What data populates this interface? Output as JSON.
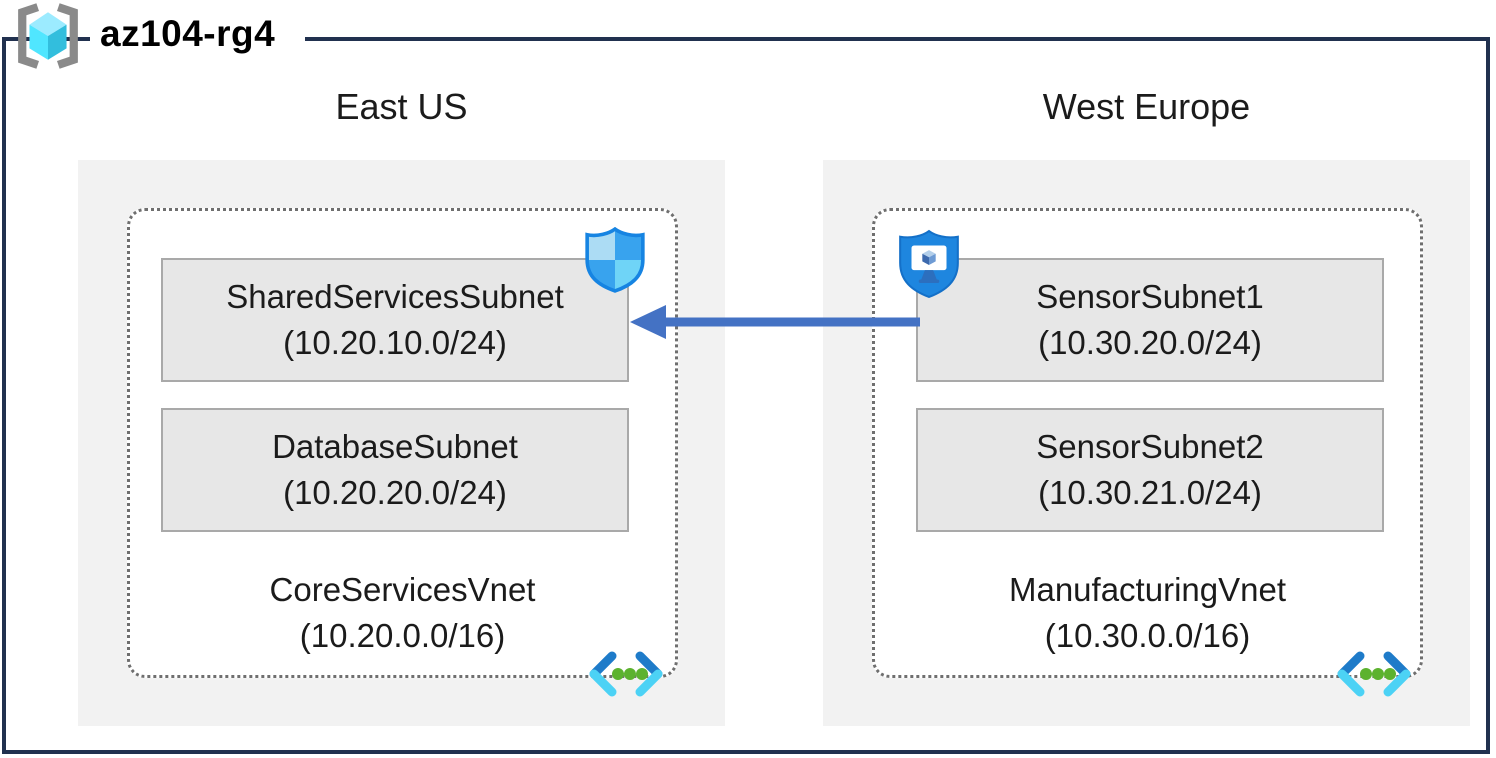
{
  "title": "az104-rg4",
  "colors": {
    "outer_border": "#21314F",
    "region_panel": "#F2F2F2",
    "subnet_fill": "#E7E7E7",
    "subnet_border": "#A9A9A9",
    "dotted_border": "#6F6F6F",
    "arrow_blue": "#4472C4",
    "shield_blue": "#1E86DF",
    "cube_cyan": "#50E6FF",
    "vnet_dot_green": "#5CB22E"
  },
  "icons": {
    "resource_group": "resource-group-icon",
    "nsg_shield": "network-security-group-shield-icon",
    "bastion_shield": "bastion-shield-icon",
    "virtual_network": "virtual-network-icon"
  },
  "regions": [
    {
      "name": "East US",
      "vnet_name": "CoreServicesVnet",
      "vnet_cidr": "(10.20.0.0/16)",
      "subnets": [
        {
          "name": "SharedServicesSubnet",
          "cidr": "(10.20.10.0/24)",
          "badge_icon": "network-security-group-shield-icon"
        },
        {
          "name": "DatabaseSubnet",
          "cidr": "(10.20.20.0/24)",
          "badge_icon": ""
        }
      ]
    },
    {
      "name": "West Europe",
      "vnet_name": "ManufacturingVnet",
      "vnet_cidr": "(10.30.0.0/16)",
      "subnets": [
        {
          "name": "SensorSubnet1",
          "cidr": "(10.30.20.0/24)",
          "badge_icon": "bastion-shield-icon"
        },
        {
          "name": "SensorSubnet2",
          "cidr": "(10.30.21.0/24)",
          "badge_icon": ""
        }
      ]
    }
  ],
  "connection": {
    "type": "arrow",
    "direction": "right-to-left",
    "from": "SensorSubnet1",
    "to": "SharedServicesSubnet",
    "color": "#4472C4"
  }
}
